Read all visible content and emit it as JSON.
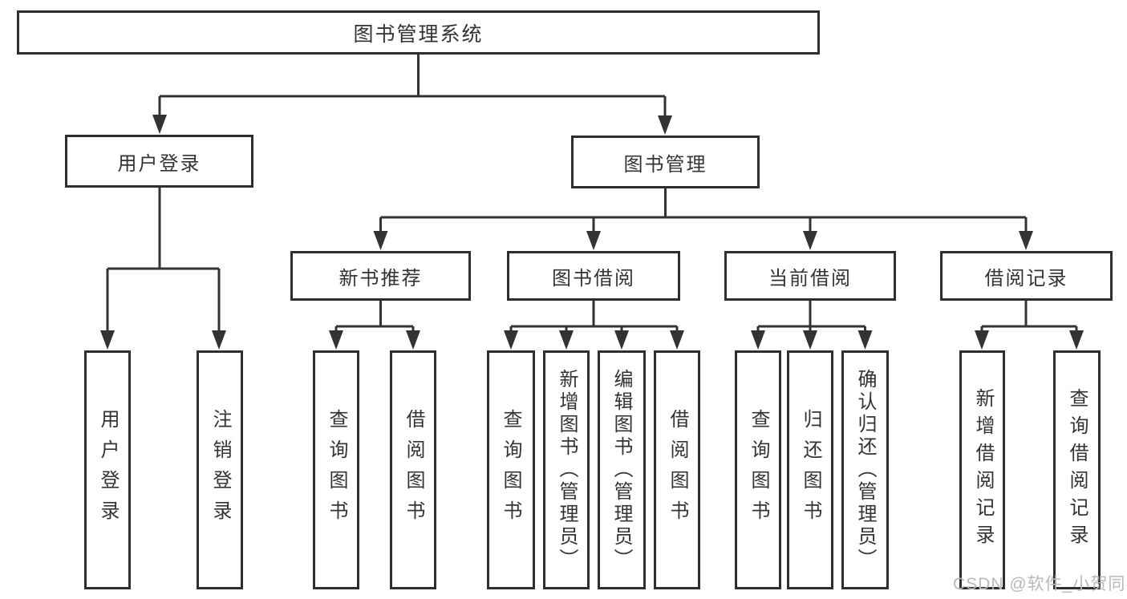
{
  "nodes": {
    "root": "图书管理系统",
    "user_login": "用户登录",
    "book_mgmt": "图书管理",
    "new_book_rec": "新书推荐",
    "book_borrow": "图书借阅",
    "current_borrow": "当前借阅",
    "borrow_record": "借阅记录",
    "leaf_user_login": "用户登录",
    "leaf_logout": "注销登录",
    "leaf_query_book_rec": "查询图书",
    "leaf_borrow_book_rec": "借阅图书",
    "leaf_query_book_bor": "查询图书",
    "leaf_add_book": "新增图书（管理员）",
    "leaf_edit_book": "编辑图书（管理员）",
    "leaf_borrow_book_bor": "借阅图书",
    "leaf_query_book_cur": "查询图书",
    "leaf_return_book": "归还图书",
    "leaf_confirm_return": "确认归还（管理员）",
    "leaf_add_record": "新增借阅记录",
    "leaf_query_record": "查询借阅记录"
  },
  "colors": {
    "line": "#333333",
    "border": "#2e2e2e",
    "text": "#333333",
    "watermark": "#b9b9b9"
  },
  "watermark": "CSDN @软件_小贺同学"
}
